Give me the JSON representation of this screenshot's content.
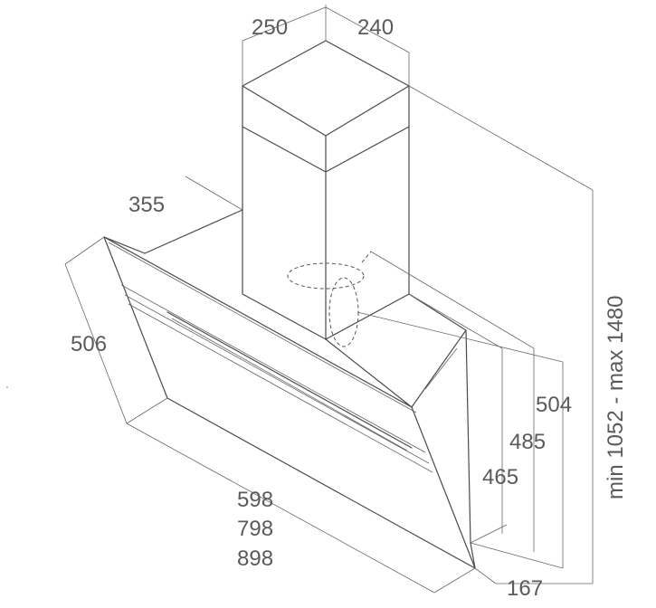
{
  "diagram": {
    "dimensions": {
      "chimney_width": "250",
      "chimney_depth": "240",
      "hood_side": "355",
      "hood_height": "506",
      "width_1": "598",
      "width_2": "798",
      "width_3": "898",
      "height_1": "504",
      "height_2": "485",
      "height_3": "465",
      "depth": "167",
      "total_height": "min 1052 - max 1480"
    }
  }
}
